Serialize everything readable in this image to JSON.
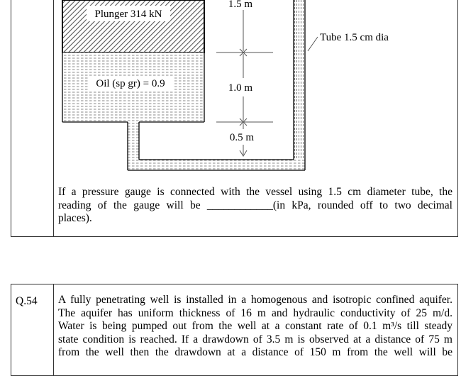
{
  "q53": {
    "labels": {
      "plunger": "Plunger 314 kN",
      "oil": "Oil (sp gr) = 0.9",
      "tube": "Tube 1.5 cm dia",
      "dim_top": "1.5 m",
      "dim_mid": "1.0 m",
      "dim_bot": "0.5 m"
    },
    "question_lines": [
      "If a pressure gauge is connected with the vessel using 1.5 cm diameter tube, the",
      "reading of the gauge will be ____________(in kPa, rounded off to two decimal",
      "places)."
    ]
  },
  "q54": {
    "number": "Q.54",
    "lines": [
      "A fully penetrating well is installed in a homogenous and isotropic confined aquifer.",
      "The aquifer has uniform thickness of 16 m and hydraulic conductivity of 25 m/d.",
      "Water is being pumped out from the well at a constant rate of 0.1 m³/s till steady",
      "state condition is reached. If a drawdown of 3.5 m is observed at a distance of 75 m",
      "from the well then the drawdown at a distance of 150 m from the well will be"
    ]
  }
}
